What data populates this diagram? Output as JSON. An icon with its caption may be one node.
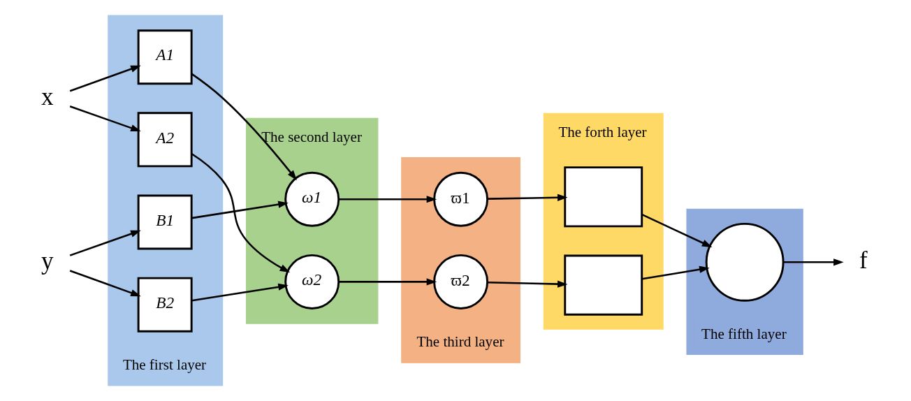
{
  "diagram": {
    "nodes": [
      {
        "text": [
          "x"
        ]
      },
      {
        "text": [
          "y"
        ]
      },
      {
        "text": [
          "The first layer"
        ]
      },
      {
        "text": [
          "A1"
        ],
        "in": 2
      },
      {
        "text": [
          "A2"
        ],
        "in": 2
      },
      {
        "text": [
          "B1"
        ],
        "in": 2
      },
      {
        "text": [
          "B2"
        ],
        "in": 2
      },
      {
        "text": [
          "The second layer"
        ]
      },
      {
        "text": [
          "ω1"
        ],
        "in": 7
      },
      {
        "text": [
          "ω2"
        ],
        "in": 7
      },
      {
        "text": [
          "The third layer"
        ]
      },
      {
        "text": [
          "ϖ1"
        ],
        "in": 10
      },
      {
        "text": [
          "ϖ2"
        ],
        "in": 10
      },
      {
        "text": [
          "The forth layer"
        ]
      },
      {
        "text": [],
        "shape": "box",
        "in": 13
      },
      {
        "text": [],
        "shape": "box",
        "in": 13
      },
      {
        "text": [
          "The fifth layer"
        ]
      },
      {
        "text": [],
        "shape": "circle",
        "in": 16
      },
      {
        "text": [
          "f"
        ]
      }
    ],
    "edges": [
      {
        "from": 0,
        "to": 3,
        "arrow": "to"
      },
      {
        "from": 0,
        "to": 4,
        "arrow": "to"
      },
      {
        "from": 1,
        "to": 5,
        "arrow": "to"
      },
      {
        "from": 1,
        "to": 6,
        "arrow": "to"
      },
      {
        "from": 3,
        "to": 8,
        "arrow": "to"
      },
      {
        "from": 4,
        "to": 9,
        "arrow": "to"
      },
      {
        "from": 5,
        "to": 8,
        "arrow": "to"
      },
      {
        "from": 6,
        "to": 9,
        "arrow": "to"
      },
      {
        "from": 8,
        "to": 11,
        "arrow": "to"
      },
      {
        "from": 9,
        "to": 12,
        "arrow": "to"
      },
      {
        "from": 11,
        "to": 14,
        "arrow": "to"
      },
      {
        "from": 12,
        "to": 15,
        "arrow": "to"
      },
      {
        "from": 14,
        "to": 17,
        "arrow": "to"
      },
      {
        "from": 15,
        "to": 17,
        "arrow": "to"
      },
      {
        "from": 17,
        "to": 18,
        "arrow": "to"
      }
    ]
  }
}
